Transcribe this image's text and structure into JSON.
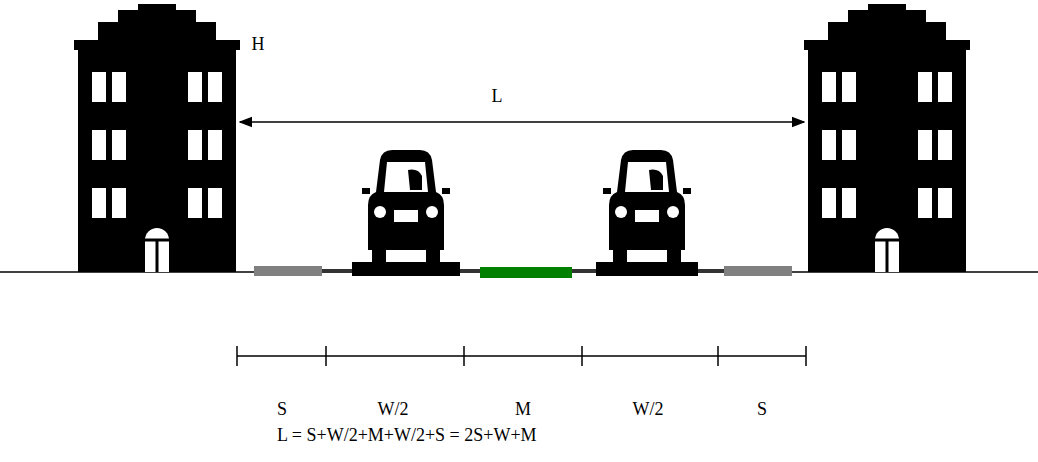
{
  "diagram": {
    "labels": [
      "H",
      "L",
      "S",
      "W/2",
      "M",
      "W/2",
      "S",
      "L = S+W/2+M+W/2+S = 2S+W+M"
    ]
  }
}
